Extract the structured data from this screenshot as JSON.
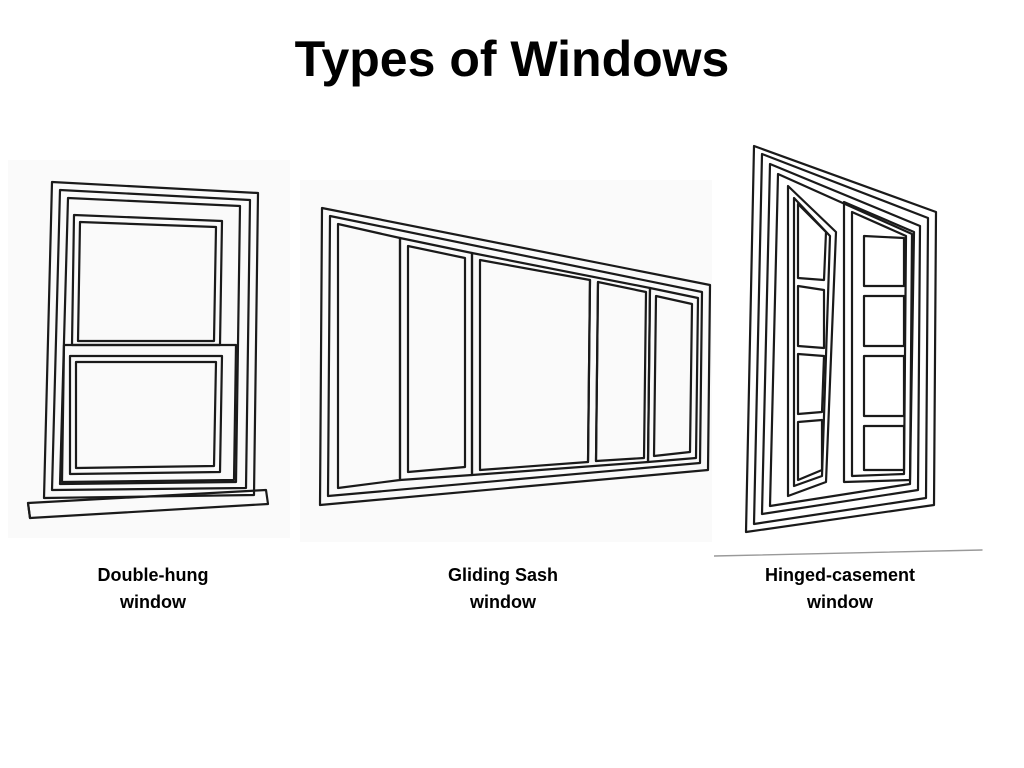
{
  "slide": {
    "title": "Types of Windows"
  },
  "windows": [
    {
      "caption_line1": "Double-hung",
      "caption_line2": "window",
      "icon": "double-hung-window"
    },
    {
      "caption_line1": "Gliding Sash",
      "caption_line2": "window",
      "icon": "gliding-sash-window"
    },
    {
      "caption_line1": "Hinged-casement",
      "caption_line2": "window",
      "icon": "hinged-casement-window"
    }
  ]
}
